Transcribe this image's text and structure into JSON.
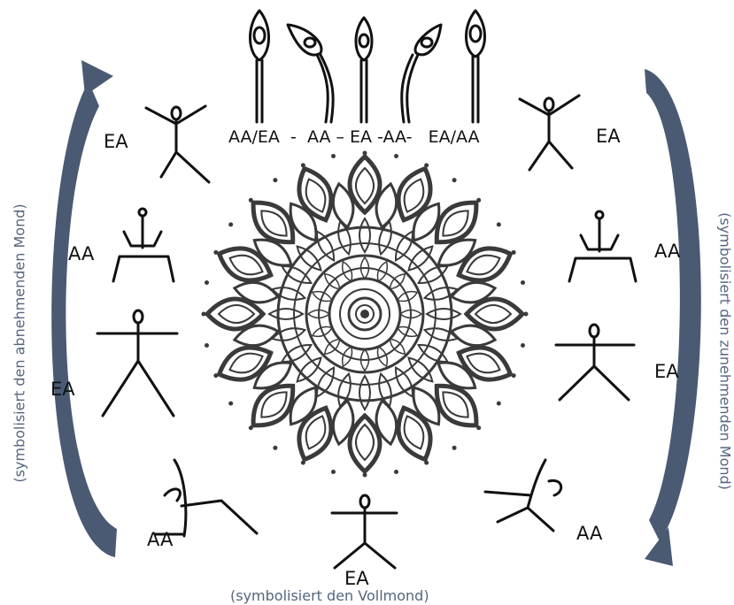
{
  "top_sequence": "AA/EA  -  AA – EA -AA-   EA/AA",
  "poses": {
    "left_top": "EA",
    "left_upper_mid": "AA",
    "left_lower_mid": "EA",
    "left_bottom": "AA",
    "bottom_center": "EA",
    "right_top": "EA",
    "right_upper_mid": "AA",
    "right_lower_mid": "EA",
    "right_bottom": "AA"
  },
  "captions": {
    "left": "(symbolisiert den abnehmenden Mond)",
    "right": "(symbolisiert den zunehmenden Mond)",
    "bottom": "(symbolisiert den Vollmond)"
  },
  "colors": {
    "arrow": "#4a5a73",
    "caption": "#55657d",
    "figure": "#111111",
    "mandala": "#3a3a3a"
  }
}
